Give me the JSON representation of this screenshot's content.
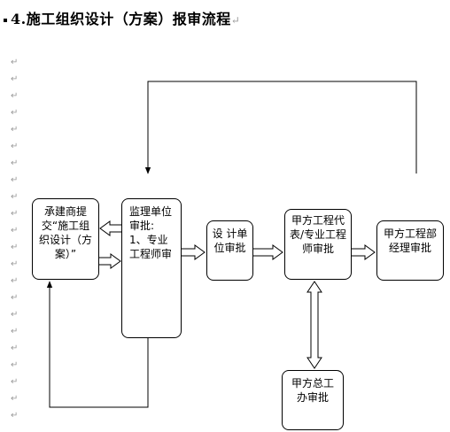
{
  "heading": "4.施工组织设计（方案）报审流程",
  "paragraph_mark": "↵",
  "boxes": {
    "contractor_submit": "承建商提交“施工组织设计（方案）”",
    "supervisor_review": "监理单位审批:\n1、专业工程师审",
    "design_unit_approval": "设 计单 位审批",
    "owner_rep_approval": "甲方工程代表/专业工程师审批",
    "owner_dept_manager": "甲方工程部经理审批",
    "owner_general_office": "甲方总工办审批"
  }
}
